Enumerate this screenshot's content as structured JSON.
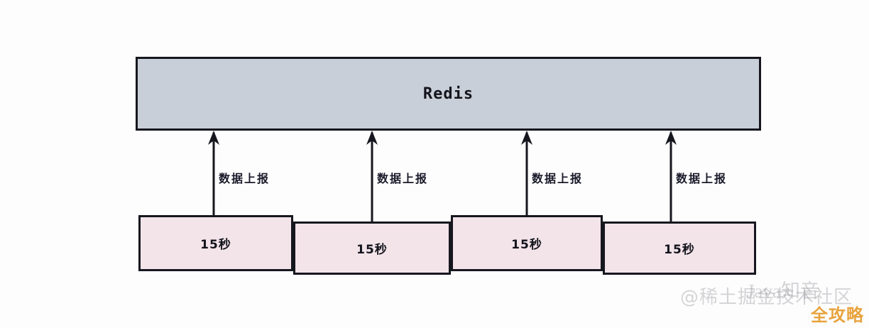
{
  "diagram": {
    "title_node": {
      "label": "Redis",
      "fill": "#c9cfd8",
      "stroke": "#16161e"
    },
    "flow_labels": [
      {
        "text": "数据上报"
      },
      {
        "text": "数据上报"
      },
      {
        "text": "数据上报"
      },
      {
        "text": "数据上报"
      }
    ],
    "segments": [
      {
        "label": "15秒"
      },
      {
        "label": "15秒"
      },
      {
        "label": "15秒"
      },
      {
        "label": "15秒"
      }
    ],
    "segment_fill": "#f3e4ea",
    "segment_stroke": "#16161e"
  },
  "watermarks": {
    "primary": "@稀土掘金技术社区",
    "secondary": "Java知音",
    "badge": "全攻略",
    "badge_color": "#e8a33d"
  }
}
